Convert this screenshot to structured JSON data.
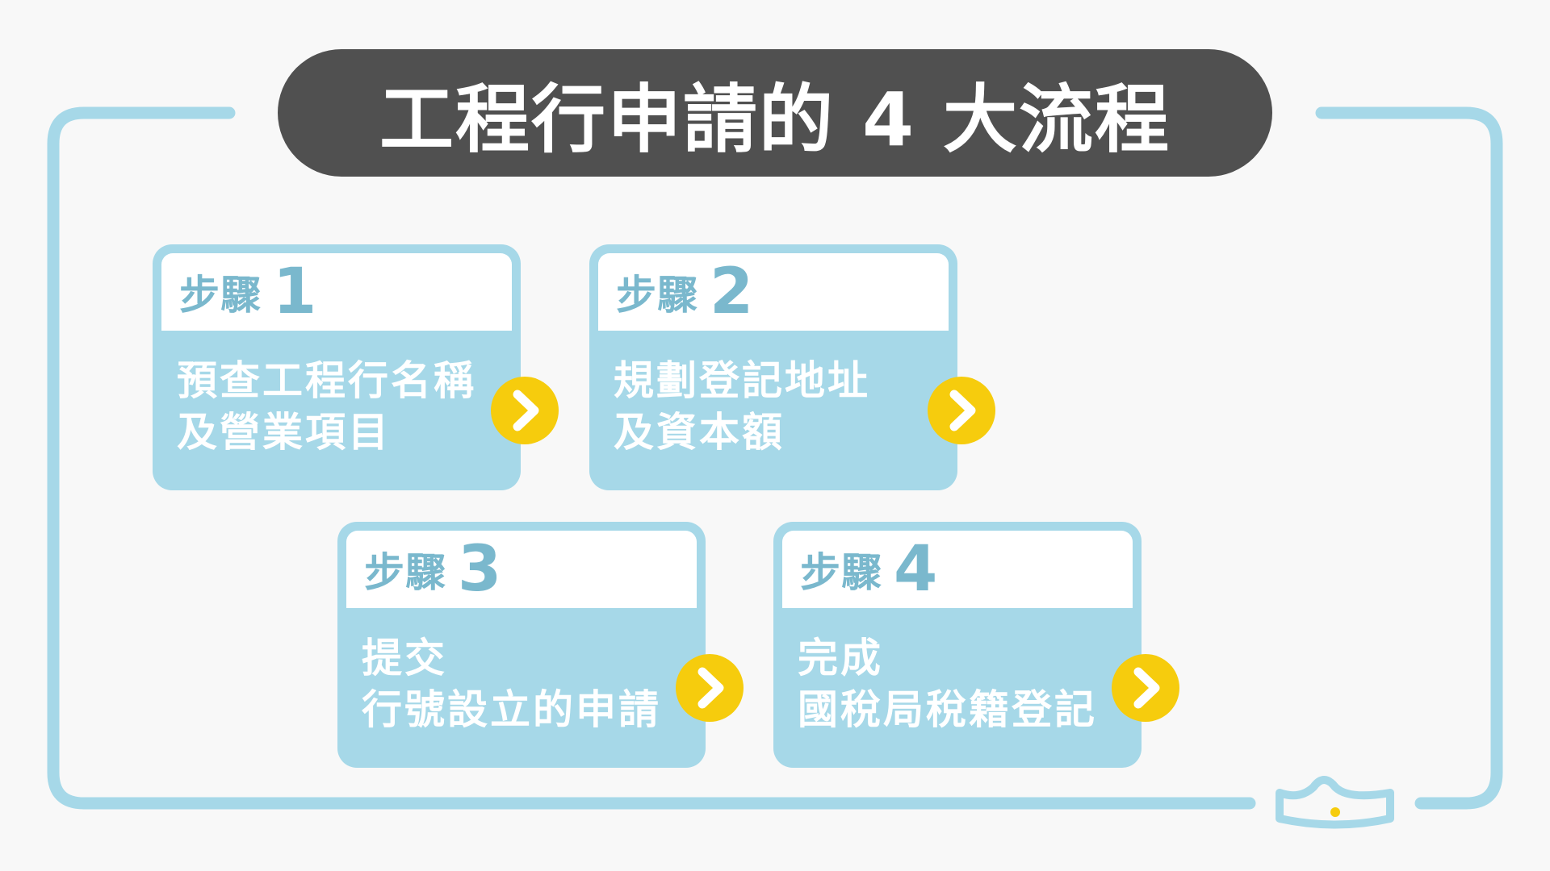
{
  "title": "工程行申請的 4 大流程",
  "colors": {
    "background": "#f8f8f8",
    "title_pill": "#505050",
    "card": "#a6d8e8",
    "frame_line": "#a6d8e8",
    "step_label": "#7ab8cd",
    "arrow_button": "#f6cc0d"
  },
  "steps": [
    {
      "label": "步驟",
      "number": "1",
      "line1": "預查工程行名稱",
      "line2": "及營業項目"
    },
    {
      "label": "步驟",
      "number": "2",
      "line1": "規劃登記地址",
      "line2": "及資本額"
    },
    {
      "label": "步驟",
      "number": "3",
      "line1": "提交",
      "line2": "行號設立的申請"
    },
    {
      "label": "步驟",
      "number": "4",
      "line1": "完成",
      "line2": "國稅局稅籍登記"
    }
  ],
  "icons": {
    "arrow": "chevron-right-icon",
    "logo": "crown-icon"
  }
}
